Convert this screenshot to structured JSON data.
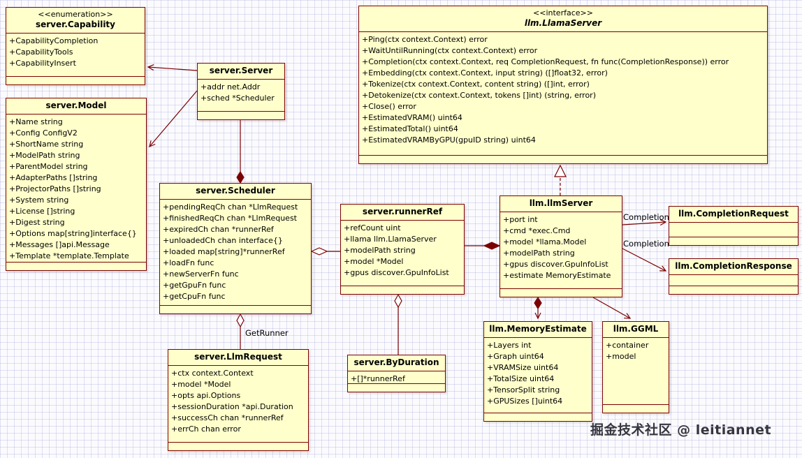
{
  "diagram": {
    "watermark": "掘金技术社区 @ leitiannet",
    "edge_labels": {
      "get_runner": "GetRunner",
      "completion_req": "Completion",
      "completion_resp": "Completion"
    }
  },
  "colors": {
    "class_fill": "#FFFFCC",
    "class_border": "#7B0000",
    "connector": "#7B0000",
    "grid_line": "#8C8CCD",
    "watermark_text": "#36363E"
  },
  "classes": {
    "capability": {
      "stereotype": "<<enumeration>>",
      "name": "server.Capability",
      "members": [
        "+CapabilityCompletion",
        "+CapabilityTools",
        "+CapabilityInsert"
      ]
    },
    "model": {
      "name": "server.Model",
      "members": [
        "+Name string",
        "+Config ConfigV2",
        "+ShortName string",
        "+ModelPath string",
        "+ParentModel string",
        "+AdapterPaths []string",
        "+ProjectorPaths []string",
        "+System string",
        "+License []string",
        "+Digest string",
        "+Options map[string]interface{}",
        "+Messages []api.Message",
        "+Template *template.Template"
      ]
    },
    "server": {
      "name": "server.Server",
      "members": [
        "+addr net.Addr",
        "+sched *Scheduler"
      ]
    },
    "llama_server": {
      "stereotype": "<<interface>>",
      "name": "llm.LlamaServer",
      "members": [
        "+Ping(ctx context.Context) error",
        "+WaitUntilRunning(ctx context.Context) error",
        "+Completion(ctx context.Context, req CompletionRequest, fn func(CompletionResponse)) error",
        "+Embedding(ctx context.Context, input string) ([]float32, error)",
        "+Tokenize(ctx context.Context, content string) ([]int, error)",
        "+Detokenize(ctx context.Context, tokens []int) (string, error)",
        "+Close() error",
        "+EstimatedVRAM() uint64",
        "+EstimatedTotal() uint64",
        "+EstimatedVRAMByGPU(gpuID string) uint64"
      ]
    },
    "scheduler": {
      "name": "server.Scheduler",
      "members": [
        "+pendingReqCh chan *LlmRequest",
        "+finishedReqCh chan *LlmRequest",
        "+expiredCh chan *runnerRef",
        "+unloadedCh chan interface{}",
        "+loaded map[string]*runnerRef",
        "+loadFn func",
        "+newServerFn func",
        "+getGpuFn func",
        "+getCpuFn func"
      ]
    },
    "runner_ref": {
      "name": "server.runnerRef",
      "members": [
        "+refCount uint",
        "+llama llm.LlamaServer",
        "+modelPath string",
        "+model *Model",
        "+gpus discover.GpuInfoList"
      ]
    },
    "llm_server": {
      "name": "llm.llmServer",
      "members": [
        "+port int",
        "+cmd *exec.Cmd",
        "+model *llama.Model",
        "+modelPath string",
        "+gpus discover.GpuInfoList",
        "+estimate MemoryEstimate"
      ]
    },
    "completion_request": {
      "name": "llm.CompletionRequest",
      "members": []
    },
    "completion_response": {
      "name": "llm.CompletionResponse",
      "members": []
    },
    "llm_request": {
      "name": "server.LlmRequest",
      "members": [
        "+ctx context.Context",
        "+model *Model",
        "+opts api.Options",
        "+sessionDuration *api.Duration",
        "+successCh chan *runnerRef",
        "+errCh chan error"
      ]
    },
    "by_duration": {
      "name": "server.ByDuration",
      "members": [
        "+[]*runnerRef"
      ]
    },
    "memory_estimate": {
      "name": "llm.MemoryEstimate",
      "members": [
        "+Layers int",
        "+Graph uint64",
        "+VRAMSize uint64",
        "+TotalSize uint64",
        "+TensorSplit string",
        "+GPUSizes []uint64"
      ]
    },
    "ggml": {
      "name": "llm.GGML",
      "members": [
        "+container",
        "+model"
      ]
    }
  }
}
